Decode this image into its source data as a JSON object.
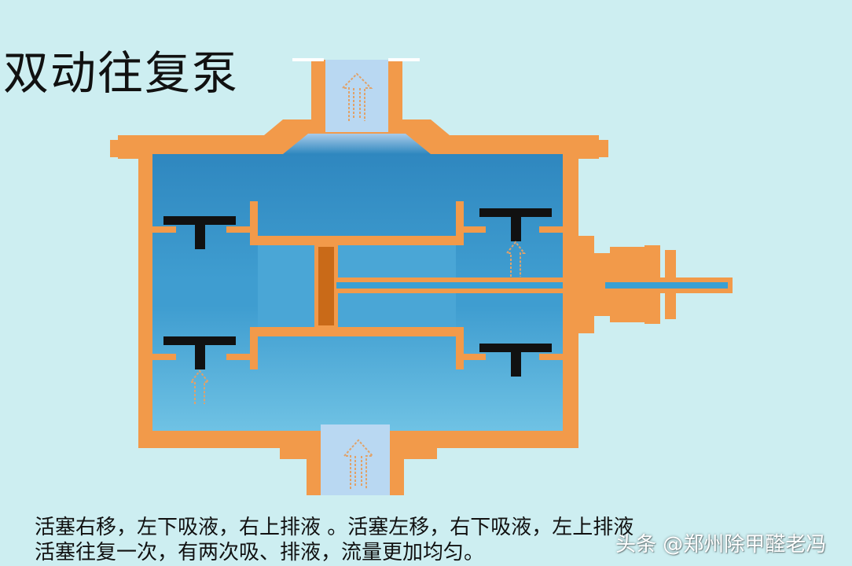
{
  "title": "双动往复泵",
  "caption": {
    "line1": "活塞右移，左下吸液，右上排液 。活塞左移，右下吸液，左上排液",
    "line2": "活塞往复一次，有两次吸、排液，流量更加均匀。"
  },
  "watermark": "头条 @郑州除甲醛老冯",
  "colors": {
    "background": "#cdeef1",
    "casing": "#f29a4a",
    "fluid_dark": "#2f87bf",
    "fluid_light": "#60b8df",
    "port_fluid": "#b9d8f2",
    "valve": "#111111",
    "piston": "#c96a18",
    "flow_arrow": "#d9b48a"
  },
  "icons": [
    "flow-arrow-up-icon"
  ]
}
